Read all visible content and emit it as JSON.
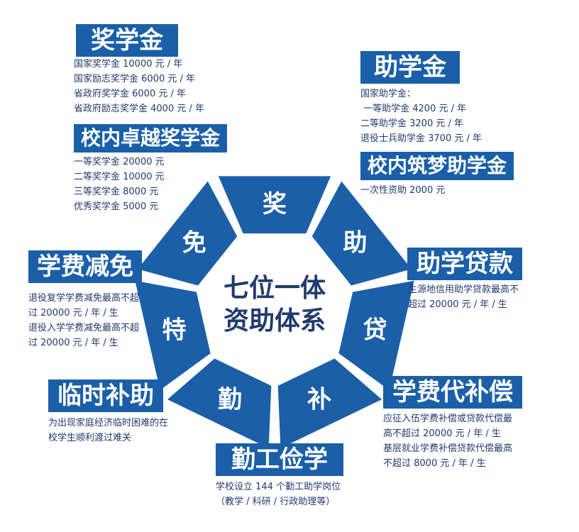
{
  "center": {
    "line1": "七位一体",
    "line2": "资助体系"
  },
  "segments": [
    "奖",
    "助",
    "贷",
    "补",
    "勤",
    "特",
    "免"
  ],
  "colors": {
    "primary": "#1a5fa8",
    "text": "#1f3a6e"
  },
  "blocks": {
    "jiangxuejin": {
      "title": "奖学金",
      "lines": [
        "国家奖学金 10000 元 / 年",
        "国家励志奖学金 6000 元 / 年",
        "省政府奖学金 6000 元 / 年",
        "省政府励志奖学金 4000 元 / 年"
      ]
    },
    "xiaonei_zhuoyue": {
      "title": "校内卓越奖学金",
      "lines": [
        "一等奖学金 20000 元",
        "二等奖学金 10000 元",
        "三等奖学金 8000 元",
        "优秀奖学金 5000 元"
      ]
    },
    "zhuxuejin": {
      "title": "助学金",
      "lines": [
        "国家助学金：",
        " 一等助学金 4200 元 / 年",
        "二等助学金 3200 元 / 年",
        "退役士兵助学金 3700 元 / 年"
      ]
    },
    "xiaonei_zhumeng": {
      "title": "校内筑梦助学金",
      "lines": [
        "一次性资助 2000 元"
      ]
    },
    "zhuxue_daikuan": {
      "title": "助学贷款",
      "lines": [
        "生源地信用助学贷款最高不",
        "超过 20000 元 / 年 / 生"
      ]
    },
    "xuefei_jianmian": {
      "title": "学费减免",
      "lines": [
        "退役复学学费减免最高不超",
        "过 20000 元 / 年 / 生",
        "退役入学学费减免最高不超",
        "过 20000 元 / 年 / 生"
      ]
    },
    "linshi_buzhu": {
      "title": "临时补助",
      "lines": [
        "为出现家庭经济临时困难的在",
        "校学生顺利渡过难关"
      ]
    },
    "xuefei_daibuchang": {
      "title": "学费代补偿",
      "lines": [
        "应征入伍学费补偿或贷款代偿最",
        "高不超过 20000 元 / 年 / 生",
        "基层就业学费补偿贷款代偿最高",
        "不超过 8000 元 / 年 / 生"
      ]
    },
    "qingong_jianxue": {
      "title": "勤工俭学",
      "lines": [
        "学校设立 144 个勤工助学岗位",
        "（教学 / 科研 / 行政助理等）"
      ]
    }
  }
}
